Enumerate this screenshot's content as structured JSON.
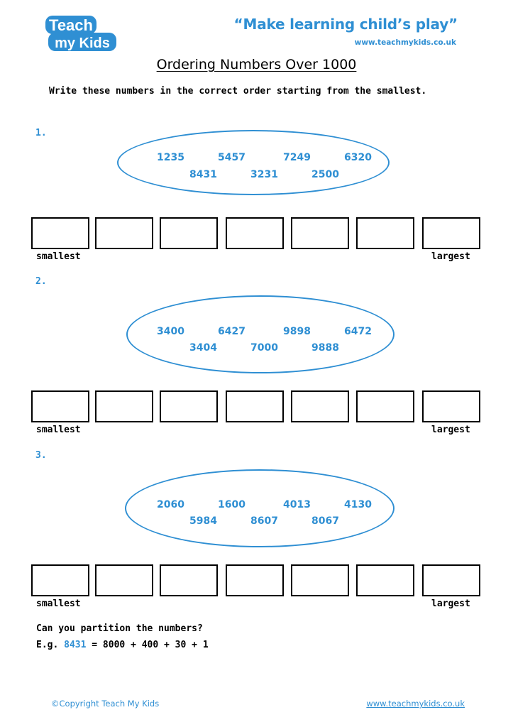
{
  "brand": {
    "logo_text_line1": "Teach",
    "logo_text_line2": "my Kids",
    "tagline": "“Make learning child’s play”",
    "website_top": "www.teachmykids.co.uk",
    "accent_color": "#2f8fd3"
  },
  "title": "Ordering Numbers Over 1000",
  "instruction": "Write these numbers in the correct order starting from the smallest.",
  "questions": [
    {
      "label": "1.",
      "top_numbers": [
        "1235",
        "5457",
        "7249",
        "6320"
      ],
      "bottom_numbers": [
        "8431",
        "3231",
        "2500"
      ],
      "answer_boxes": 7,
      "smallest_label": "smallest",
      "largest_label": "largest"
    },
    {
      "label": "2.",
      "top_numbers": [
        "3400",
        "6427",
        "9898",
        "6472"
      ],
      "bottom_numbers": [
        "3404",
        "7000",
        "9888"
      ],
      "answer_boxes": 7,
      "smallest_label": "smallest",
      "largest_label": "largest"
    },
    {
      "label": "3.",
      "top_numbers": [
        "2060",
        "1600",
        "4013",
        "4130"
      ],
      "bottom_numbers": [
        "5984",
        "8607",
        "8067"
      ],
      "answer_boxes": 7,
      "smallest_label": "smallest",
      "largest_label": "largest"
    }
  ],
  "partition": {
    "question": "Can you partition the numbers?",
    "example_prefix": "E.g. ",
    "example_number": "8431",
    "example_rest": " = 8000 + 400 + 30 + 1"
  },
  "footer": {
    "copyright": "©Copyright Teach My Kids",
    "website": "www.teachmykids.co.uk"
  }
}
